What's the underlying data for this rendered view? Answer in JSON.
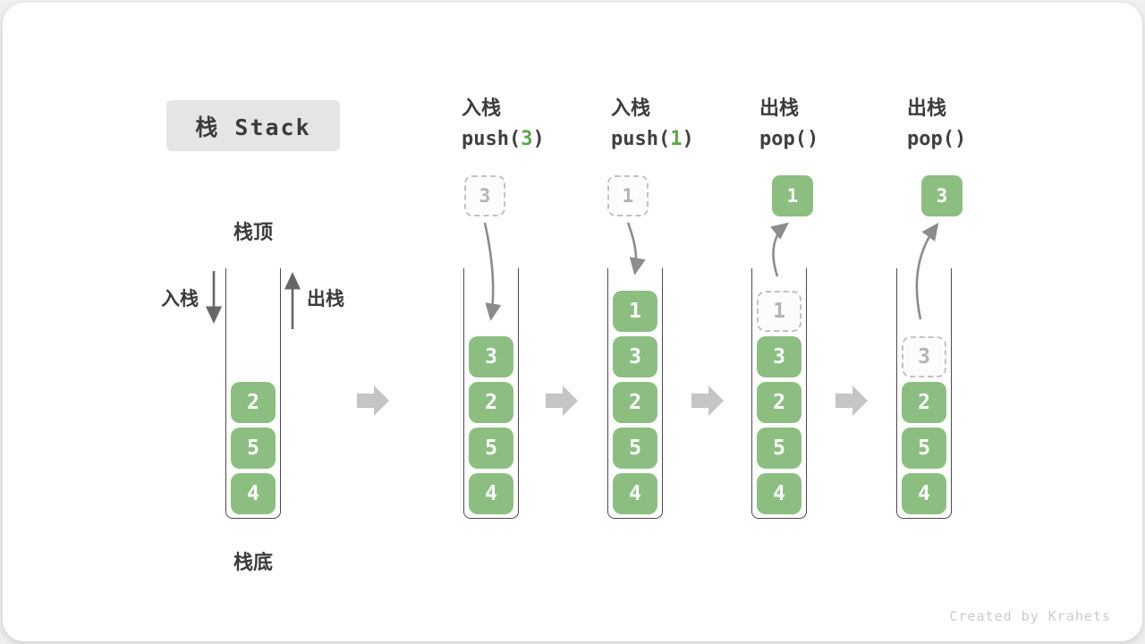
{
  "title": "栈 Stack",
  "labels": {
    "stack_top": "栈顶",
    "stack_bottom": "栈底",
    "push_side": "入栈",
    "pop_side": "出栈"
  },
  "watermark": "Created by Krahets",
  "steps": [
    {
      "name": "入栈",
      "code_pre": "push(",
      "arg": "3",
      "code_post": ")"
    },
    {
      "name": "入栈",
      "code_pre": "push(",
      "arg": "1",
      "code_post": ")"
    },
    {
      "name": "出栈",
      "code_pre": "pop()",
      "arg": "",
      "code_post": ""
    },
    {
      "name": "出栈",
      "code_pre": "pop()",
      "arg": "",
      "code_post": ""
    }
  ],
  "floating_boxes": [
    {
      "value": "3",
      "style": "dashed"
    },
    {
      "value": "1",
      "style": "dashed"
    },
    {
      "value": "1",
      "style": "solid"
    },
    {
      "value": "3",
      "style": "solid"
    }
  ],
  "stacks": [
    {
      "cells": [
        {
          "v": "2"
        },
        {
          "v": "5"
        },
        {
          "v": "4"
        }
      ]
    },
    {
      "cells": [
        {
          "v": "3"
        },
        {
          "v": "2"
        },
        {
          "v": "5"
        },
        {
          "v": "4"
        }
      ]
    },
    {
      "cells": [
        {
          "v": "1"
        },
        {
          "v": "3"
        },
        {
          "v": "2"
        },
        {
          "v": "5"
        },
        {
          "v": "4"
        }
      ]
    },
    {
      "cells": [
        {
          "v": "1",
          "dashed": true
        },
        {
          "v": "3"
        },
        {
          "v": "2"
        },
        {
          "v": "5"
        },
        {
          "v": "4"
        }
      ]
    },
    {
      "cells": [
        {
          "v": "3",
          "dashed": true
        },
        {
          "v": "2"
        },
        {
          "v": "5"
        },
        {
          "v": "4"
        }
      ]
    }
  ],
  "colors": {
    "green": "#8CBE81",
    "green-dark": "#5FA34F",
    "ink": "#3b3b3b",
    "wall": "#4b4b4b",
    "step-arrow": "#c5c5c5",
    "flow-arrow": "#8c8c8c",
    "dash-border": "#c2c2c2",
    "dash-text": "#b3b3b3",
    "title-bg": "#e5e5e5",
    "watermark": "#cbcbcb"
  }
}
